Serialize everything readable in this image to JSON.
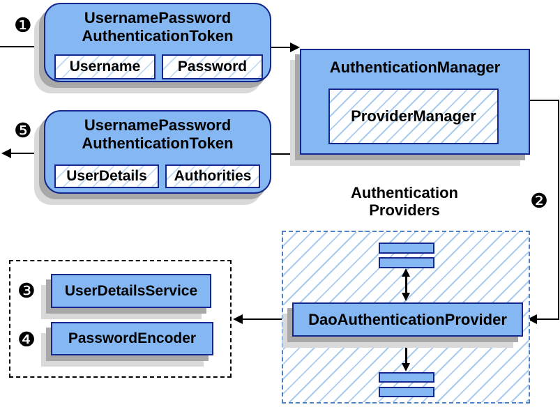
{
  "badges": {
    "step1": "❶",
    "step2": "❷",
    "step3": "❸",
    "step4": "❹",
    "step5": "❺"
  },
  "nodes": {
    "request_token": {
      "title_l1": "UsernamePassword",
      "title_l2": "AuthenticationToken",
      "fields": [
        "Username",
        "Password"
      ]
    },
    "authentication_manager": {
      "title": "AuthenticationManager",
      "inner": "ProviderManager"
    },
    "response_token": {
      "title_l1": "UsernamePassword",
      "title_l2": "AuthenticationToken",
      "fields": [
        "UserDetails",
        "Authorities"
      ]
    },
    "authentication_providers": {
      "label_l1": "Authentication",
      "label_l2": "Providers"
    },
    "dao_authentication_provider": {
      "title": "DaoAuthenticationProvider"
    },
    "user_details_service": {
      "title": "UserDetailsService"
    },
    "password_encoder": {
      "title": "PasswordEncoder"
    }
  },
  "colors": {
    "node_fill": "#85b8f3",
    "node_border": "#14278c",
    "hatch_line": "#a9cbf0",
    "providers_dash_border": "#4f80c2",
    "services_dash_border": "#000000",
    "connector": "#000000",
    "shadow_dark": "#a8a8a8",
    "shadow_light": "#d9d9d9"
  }
}
